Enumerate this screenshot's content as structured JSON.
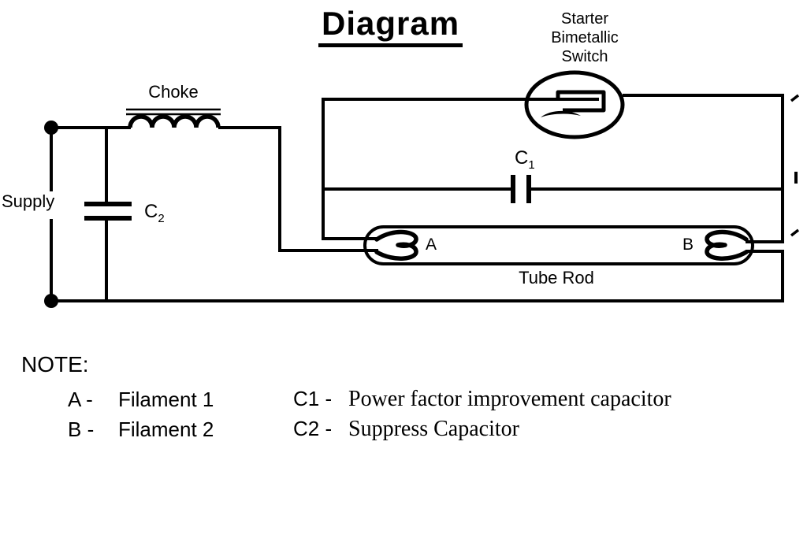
{
  "title": "Diagram",
  "diagram": {
    "starter_label": "Starter\nBimetallic\nSwitch",
    "choke_label": "Choke",
    "supply_label": "Supply",
    "c1_label": {
      "base": "C",
      "sub": "1"
    },
    "c2_label": {
      "base": "C",
      "sub": "2"
    },
    "filament_a_label": "A",
    "filament_b_label": "B",
    "tube_label": "Tube Rod"
  },
  "note": {
    "heading": "NOTE:",
    "left": [
      {
        "prefix": "A -",
        "desc": "Filament 1"
      },
      {
        "prefix": "B -",
        "desc": "Filament 2"
      }
    ],
    "right": [
      {
        "prefix": "C1 -",
        "desc": "Power factor improvement capacitor"
      },
      {
        "prefix": "C2 -",
        "desc": "Suppress Capacitor"
      }
    ]
  },
  "colors": {
    "ink": "#000000",
    "background": "#ffffff"
  }
}
